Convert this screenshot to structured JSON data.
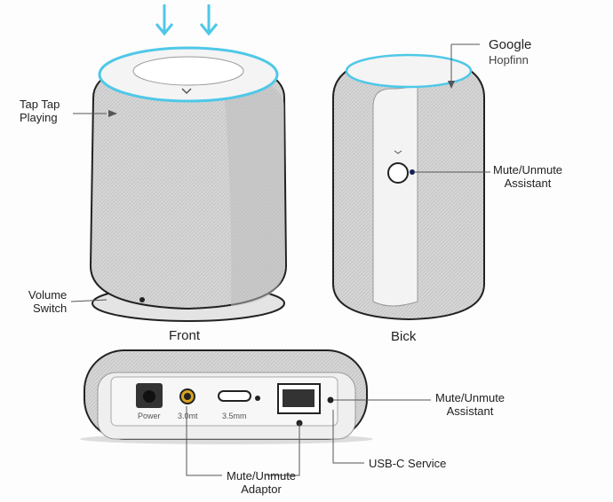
{
  "labels": {
    "tap_playing": [
      "Tap Tap",
      "Playing"
    ],
    "volume_switch": [
      "Volume",
      "Switch"
    ],
    "google": [
      "Google",
      "Hopfinn"
    ],
    "mute_back": [
      "Mute/Unmute",
      "Assistant"
    ],
    "mute_base": [
      "Mute/Unmute",
      "Assistant"
    ],
    "usb_service": "USB-C Service",
    "mute_adaptor": [
      "Mute/Unmute",
      "Adaptor"
    ]
  },
  "captions": {
    "front": "Front",
    "back": "Bick"
  },
  "ports": {
    "power": "Power",
    "aux": "3.0mt",
    "usbc": "3.5mm"
  },
  "colors": {
    "accent": "#4fc8e8",
    "fabric": "#d4d4d4",
    "body": "#efefef",
    "outline": "#222222"
  }
}
